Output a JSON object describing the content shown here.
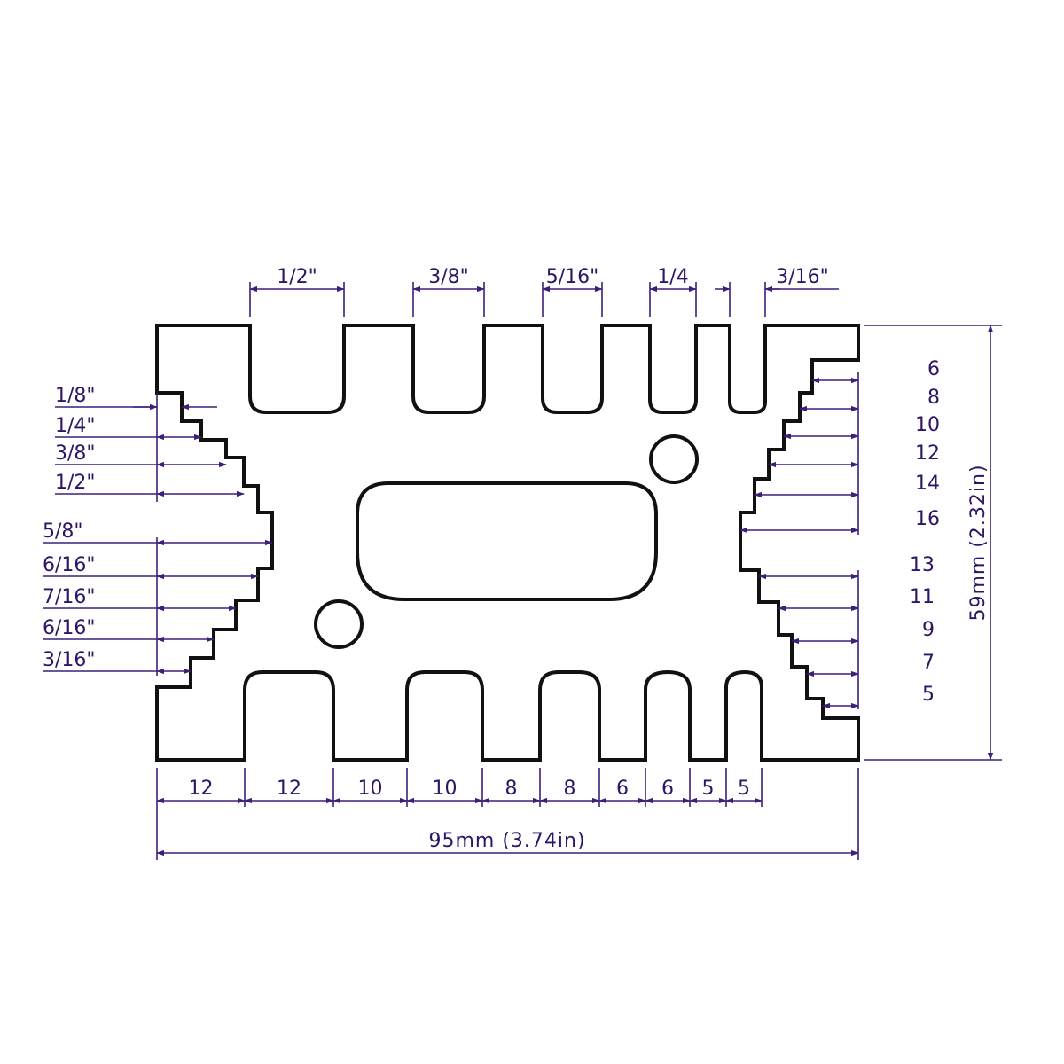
{
  "colors": {
    "outline": "#111111",
    "dimension": "#3d1f7a",
    "label": "#2e1565"
  },
  "dimensions": {
    "top_slots": [
      "1/2\"",
      "3/8\"",
      "5/16\"",
      "1/4",
      "3/16\""
    ],
    "left_top_steps": [
      "1/8\"",
      "1/4\"",
      "3/8\"",
      "1/2\""
    ],
    "left_bottom_steps": [
      "5/8\"",
      "6/16\"",
      "7/16\"",
      "6/16\"",
      "3/16\""
    ],
    "right_top_steps": [
      "6",
      "8",
      "10",
      "12",
      "14",
      "16"
    ],
    "right_bottom_steps": [
      "13",
      "11",
      "9",
      "7",
      "5"
    ],
    "bottom_slots": [
      "12",
      "12",
      "10",
      "10",
      "8",
      "8",
      "6",
      "6",
      "5",
      "5"
    ],
    "overall_width": "95mm (3.74in)",
    "overall_height": "59mm (2.32in)"
  }
}
